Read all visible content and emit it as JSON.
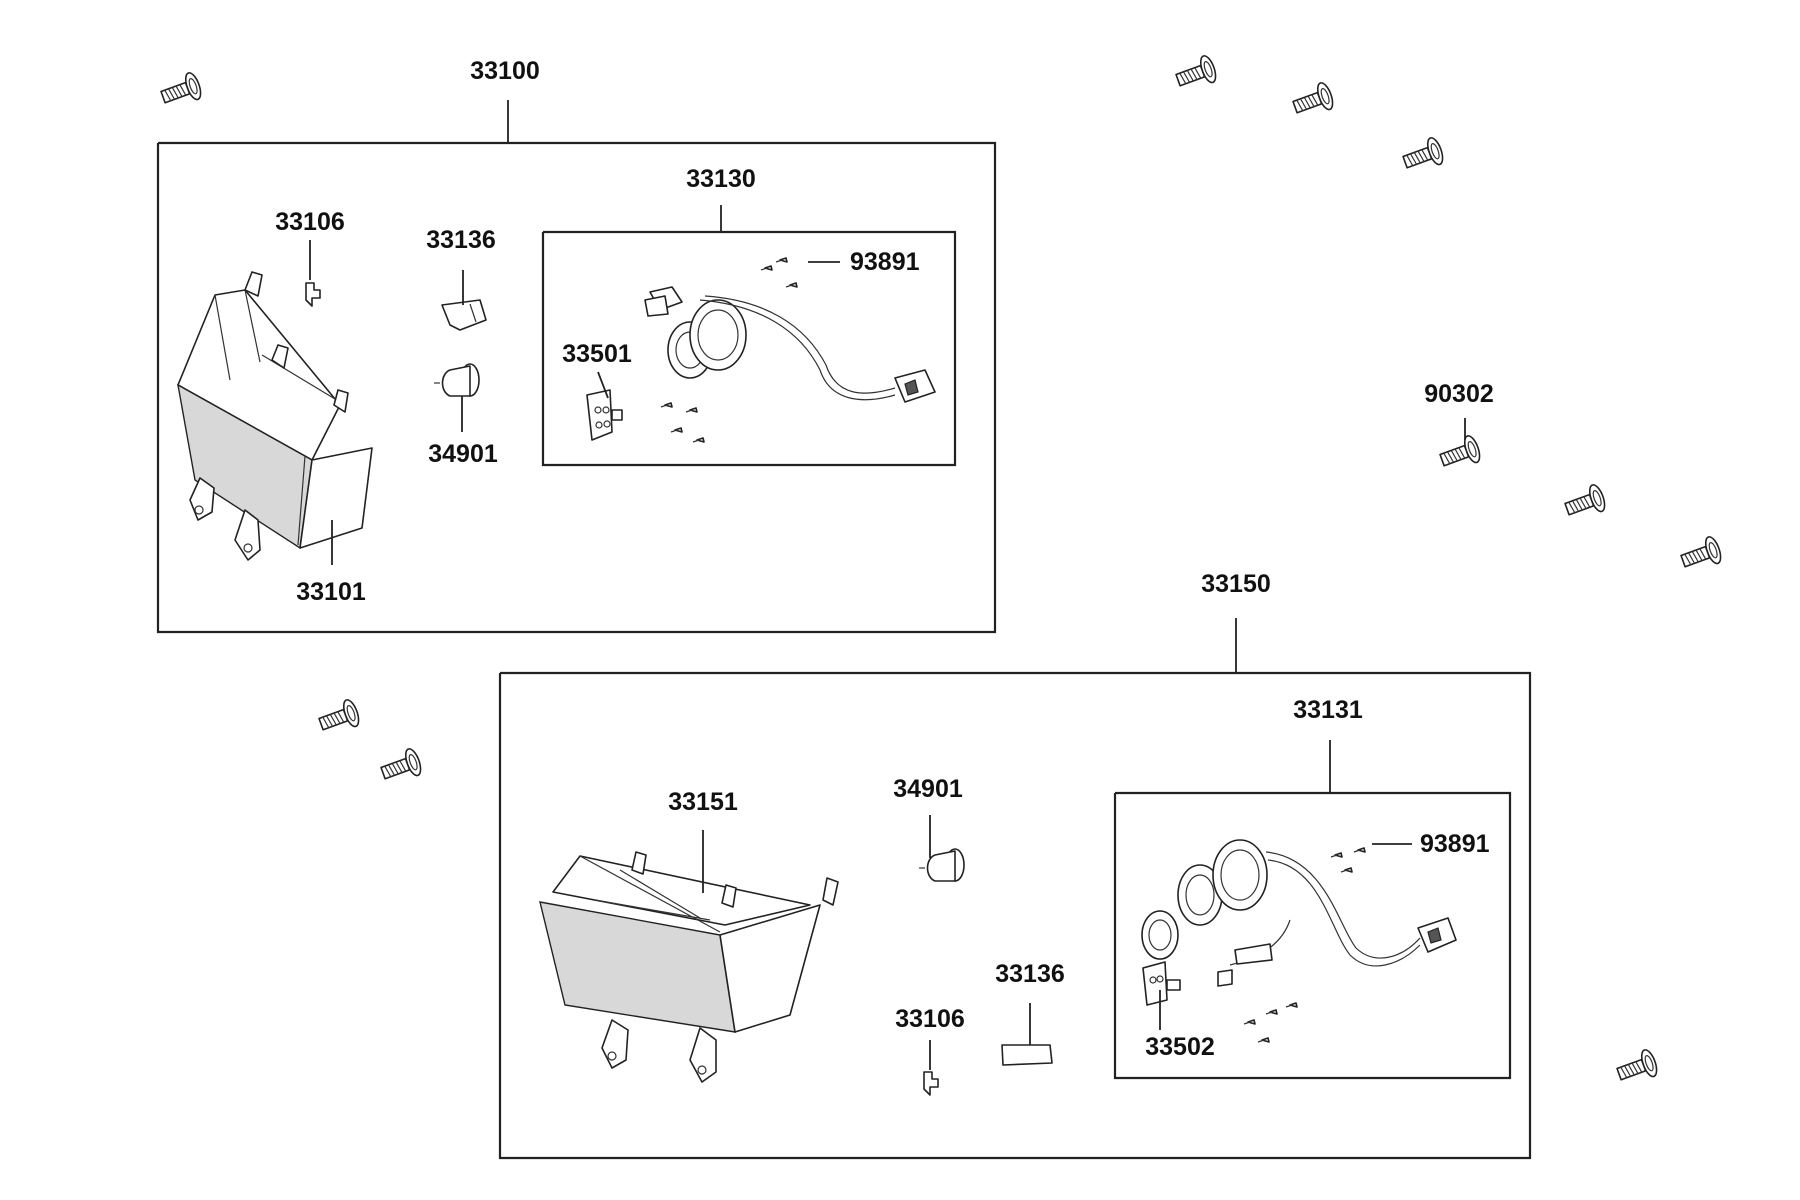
{
  "labels": {
    "assy_left": "33100",
    "assy_right": "33150",
    "socket_left": "33130",
    "socket_right": "33131",
    "clip_left": "33106",
    "clip_right": "33106",
    "cover_left": "33136",
    "cover_right": "33136",
    "bulb_left": "34901",
    "bulb_right": "34901",
    "lens_left": "33101",
    "lens_right": "33151",
    "reflector_left": "33501",
    "reflector_right": "33502",
    "screw_small_left": "93891",
    "screw_small_right": "93891",
    "bolt": "90302"
  },
  "icons": {
    "bolt": "flange-bolt-icon",
    "clip": "clip-icon",
    "bulb": "bulb-icon",
    "cover": "cover-icon",
    "lens": "turn-signal-lens-icon",
    "socket": "socket-harness-icon",
    "reflector": "reflector-icon"
  }
}
